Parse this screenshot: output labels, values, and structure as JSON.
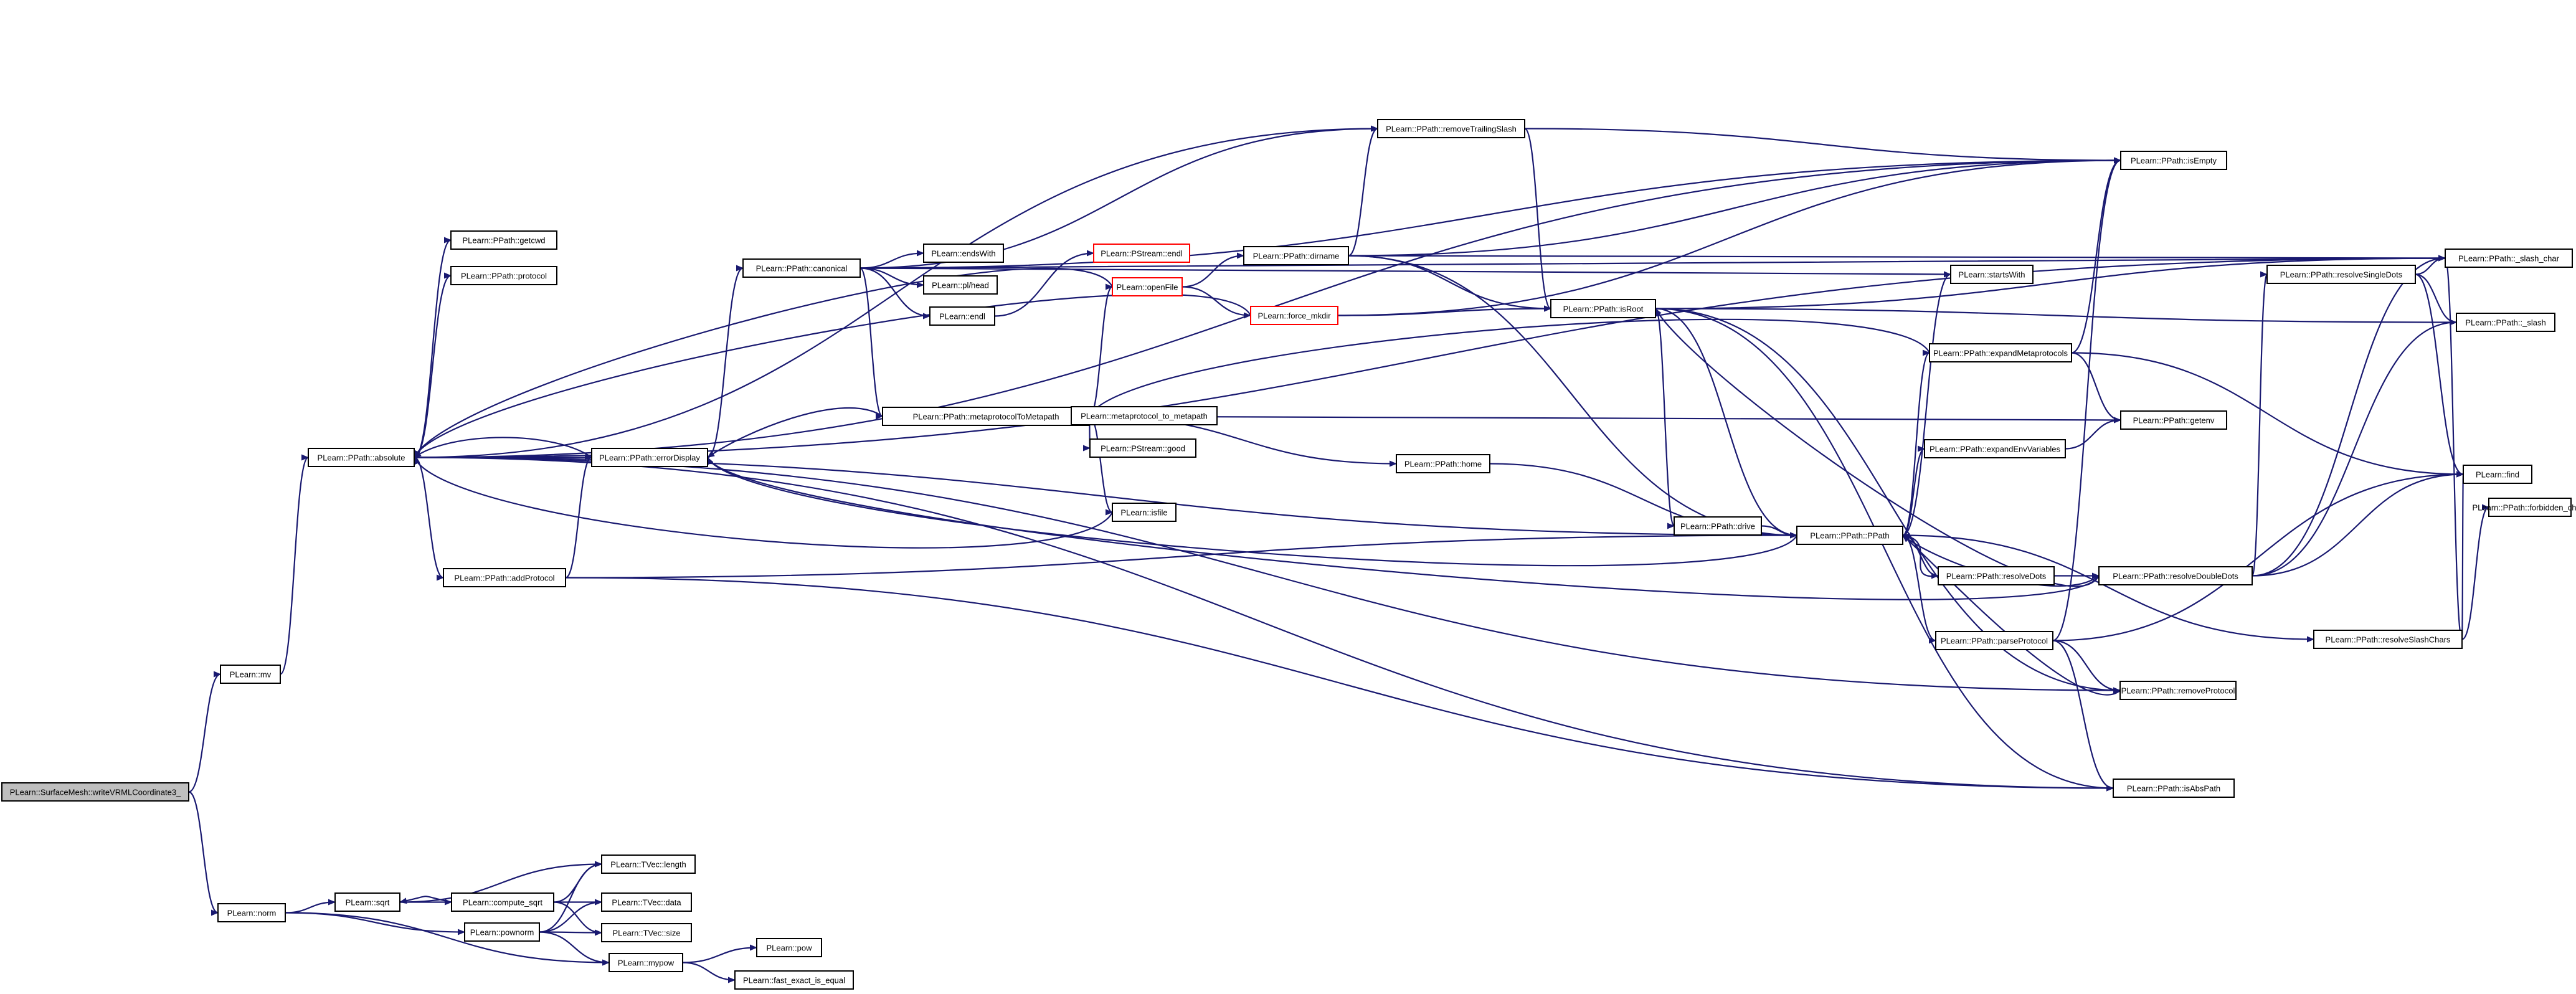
{
  "diagram": {
    "type": "call-graph",
    "edge_color": "#191970",
    "node_border": "#000000",
    "root_fill": "#bfbfbf",
    "nodes": [
      {
        "id": "n1",
        "label": "PLearn::SurfaceMesh::writeVRMLCoordinate3_",
        "style": "root"
      },
      {
        "id": "n2",
        "label": "PLearn::mv",
        "style": "normal"
      },
      {
        "id": "n3",
        "label": "PLearn::norm",
        "style": "normal"
      },
      {
        "id": "n4",
        "label": "PLearn::PPath::absolute",
        "style": "normal"
      },
      {
        "id": "n5",
        "label": "PLearn::PPath::getcwd",
        "style": "normal"
      },
      {
        "id": "n6",
        "label": "PLearn::PPath::protocol",
        "style": "normal"
      },
      {
        "id": "n7",
        "label": "PLearn::PPath::addProtocol",
        "style": "normal"
      },
      {
        "id": "n8",
        "label": "PLearn::PPath::errorDisplay",
        "style": "normal"
      },
      {
        "id": "n9",
        "label": "PLearn::PPath::canonical",
        "style": "normal"
      },
      {
        "id": "n10",
        "label": "PLearn::endsWith",
        "style": "normal"
      },
      {
        "id": "n11",
        "label": "PLearn::pl/head",
        "style": "normal"
      },
      {
        "id": "n12",
        "label": "PLearn::endl",
        "style": "normal"
      },
      {
        "id": "n13",
        "label": "PLearn::PStream::endl",
        "style": "red"
      },
      {
        "id": "n14",
        "label": "PLearn::openFile",
        "style": "red"
      },
      {
        "id": "n15",
        "label": "PLearn::PPath::dirname",
        "style": "normal"
      },
      {
        "id": "n16",
        "label": "PLearn::force_mkdir",
        "style": "red"
      },
      {
        "id": "n17",
        "label": "PLearn::PPath::metaprotocolToMetapath",
        "style": "normal"
      },
      {
        "id": "n18",
        "label": "PLearn::metaprotocol_to_metapath",
        "style": "normal"
      },
      {
        "id": "n19",
        "label": "PLearn::PStream::good",
        "style": "normal"
      },
      {
        "id": "n20",
        "label": "PLearn::isfile",
        "style": "normal"
      },
      {
        "id": "n21",
        "label": "PLearn::PPath::home",
        "style": "normal"
      },
      {
        "id": "n22",
        "label": "PLearn::PPath::removeTrailingSlash",
        "style": "normal"
      },
      {
        "id": "n23",
        "label": "PLearn::PPath::isEmpty",
        "style": "normal"
      },
      {
        "id": "n24",
        "label": "PLearn::PPath::isRoot",
        "style": "normal"
      },
      {
        "id": "n25",
        "label": "PLearn::PPath::drive",
        "style": "normal"
      },
      {
        "id": "n26",
        "label": "PLearn::PPath::PPath",
        "style": "normal"
      },
      {
        "id": "n27",
        "label": "PLearn::startsWith",
        "style": "normal"
      },
      {
        "id": "n28",
        "label": "PLearn::PPath::expandMetaprotocols",
        "style": "normal"
      },
      {
        "id": "n29",
        "label": "PLearn::PPath::getenv",
        "style": "normal"
      },
      {
        "id": "n30",
        "label": "PLearn::PPath::expandEnvVariables",
        "style": "normal"
      },
      {
        "id": "n31",
        "label": "PLearn::PPath::resolveDots",
        "style": "normal"
      },
      {
        "id": "n32",
        "label": "PLearn::PPath::resolveDoubleDots",
        "style": "normal"
      },
      {
        "id": "n33",
        "label": "PLearn::PPath::resolveSingleDots",
        "style": "normal"
      },
      {
        "id": "n34",
        "label": "PLearn::PPath::resolveSlashChars",
        "style": "normal"
      },
      {
        "id": "n35",
        "label": "PLearn::PPath::_slash_char",
        "style": "normal"
      },
      {
        "id": "n36",
        "label": "PLearn::PPath::_slash",
        "style": "normal"
      },
      {
        "id": "n37",
        "label": "PLearn::find",
        "style": "normal"
      },
      {
        "id": "n38",
        "label": "PLearn::PPath::forbidden_chars",
        "style": "normal"
      },
      {
        "id": "n39",
        "label": "PLearn::PPath::parseProtocol",
        "style": "normal"
      },
      {
        "id": "n40",
        "label": "PLearn::PPath::removeProtocol",
        "style": "normal"
      },
      {
        "id": "n41",
        "label": "PLearn::PPath::isAbsPath",
        "style": "normal"
      },
      {
        "id": "n42",
        "label": "PLearn::sqrt",
        "style": "normal"
      },
      {
        "id": "n43",
        "label": "PLearn::compute_sqrt",
        "style": "normal"
      },
      {
        "id": "n44",
        "label": "PLearn::TVec::length",
        "style": "normal"
      },
      {
        "id": "n45",
        "label": "PLearn::TVec::data",
        "style": "normal"
      },
      {
        "id": "n46",
        "label": "PLearn::TVec::size",
        "style": "normal"
      },
      {
        "id": "n47",
        "label": "PLearn::pownorm",
        "style": "normal"
      },
      {
        "id": "n48",
        "label": "PLearn::mypow",
        "style": "normal"
      },
      {
        "id": "n49",
        "label": "PLearn::pow",
        "style": "normal"
      },
      {
        "id": "n50",
        "label": "PLearn::fast_exact_is_equal",
        "style": "normal"
      }
    ],
    "edges": [
      [
        "n1",
        "n2"
      ],
      [
        "n1",
        "n3"
      ],
      [
        "n2",
        "n4"
      ],
      [
        "n4",
        "n5"
      ],
      [
        "n4",
        "n6"
      ],
      [
        "n4",
        "n7"
      ],
      [
        "n4",
        "n8"
      ],
      [
        "n4",
        "n22"
      ],
      [
        "n4",
        "n23"
      ],
      [
        "n4",
        "n35"
      ],
      [
        "n4",
        "n26"
      ],
      [
        "n4",
        "n40"
      ],
      [
        "n4",
        "n41"
      ],
      [
        "n7",
        "n8"
      ],
      [
        "n7",
        "n26"
      ],
      [
        "n7",
        "n41"
      ],
      [
        "n8",
        "n9"
      ],
      [
        "n8",
        "n4"
      ],
      [
        "n9",
        "n10"
      ],
      [
        "n9",
        "n11"
      ],
      [
        "n9",
        "n12"
      ],
      [
        "n9",
        "n17"
      ],
      [
        "n9",
        "n22"
      ],
      [
        "n9",
        "n23"
      ],
      [
        "n9",
        "n27"
      ],
      [
        "n9",
        "n35"
      ],
      [
        "n12",
        "n13"
      ],
      [
        "n14",
        "n15"
      ],
      [
        "n14",
        "n16"
      ],
      [
        "n14",
        "n4"
      ],
      [
        "n15",
        "n22"
      ],
      [
        "n15",
        "n23"
      ],
      [
        "n15",
        "n24"
      ],
      [
        "n15",
        "n26"
      ],
      [
        "n15",
        "n35"
      ],
      [
        "n16",
        "n24"
      ],
      [
        "n16",
        "n23"
      ],
      [
        "n16",
        "n4"
      ],
      [
        "n17",
        "n8"
      ],
      [
        "n17",
        "n14"
      ],
      [
        "n17",
        "n18"
      ],
      [
        "n17",
        "n19"
      ],
      [
        "n17",
        "n20"
      ],
      [
        "n17",
        "n21"
      ],
      [
        "n17",
        "n29"
      ],
      [
        "n20",
        "n4"
      ],
      [
        "n21",
        "n26"
      ],
      [
        "n22",
        "n23"
      ],
      [
        "n22",
        "n24"
      ],
      [
        "n24",
        "n25"
      ],
      [
        "n24",
        "n26"
      ],
      [
        "n24",
        "n40"
      ],
      [
        "n24",
        "n41"
      ],
      [
        "n24",
        "n35"
      ],
      [
        "n24",
        "n36"
      ],
      [
        "n25",
        "n26"
      ],
      [
        "n26",
        "n27"
      ],
      [
        "n26",
        "n28"
      ],
      [
        "n26",
        "n30"
      ],
      [
        "n26",
        "n31"
      ],
      [
        "n26",
        "n34"
      ],
      [
        "n26",
        "n39"
      ],
      [
        "n26",
        "n8"
      ],
      [
        "n28",
        "n17"
      ],
      [
        "n28",
        "n23"
      ],
      [
        "n28",
        "n29"
      ],
      [
        "n28",
        "n37"
      ],
      [
        "n30",
        "n29"
      ],
      [
        "n31",
        "n32"
      ],
      [
        "n31",
        "n26"
      ],
      [
        "n32",
        "n33"
      ],
      [
        "n32",
        "n37"
      ],
      [
        "n32",
        "n35"
      ],
      [
        "n32",
        "n36"
      ],
      [
        "n32",
        "n24"
      ],
      [
        "n32",
        "n26"
      ],
      [
        "n32",
        "n8"
      ],
      [
        "n33",
        "n35"
      ],
      [
        "n33",
        "n36"
      ],
      [
        "n33",
        "n37"
      ],
      [
        "n34",
        "n35"
      ],
      [
        "n34",
        "n37"
      ],
      [
        "n34",
        "n38"
      ],
      [
        "n39",
        "n23"
      ],
      [
        "n39",
        "n37"
      ],
      [
        "n39",
        "n40"
      ],
      [
        "n39",
        "n41"
      ],
      [
        "n40",
        "n26"
      ],
      [
        "n3",
        "n42"
      ],
      [
        "n3",
        "n47"
      ],
      [
        "n3",
        "n48"
      ],
      [
        "n42",
        "n43"
      ],
      [
        "n42",
        "n44"
      ],
      [
        "n43",
        "n42"
      ],
      [
        "n43",
        "n44"
      ],
      [
        "n43",
        "n45"
      ],
      [
        "n43",
        "n46"
      ],
      [
        "n47",
        "n44"
      ],
      [
        "n47",
        "n45"
      ],
      [
        "n47",
        "n46"
      ],
      [
        "n47",
        "n48"
      ],
      [
        "n48",
        "n49"
      ],
      [
        "n48",
        "n50"
      ]
    ]
  }
}
